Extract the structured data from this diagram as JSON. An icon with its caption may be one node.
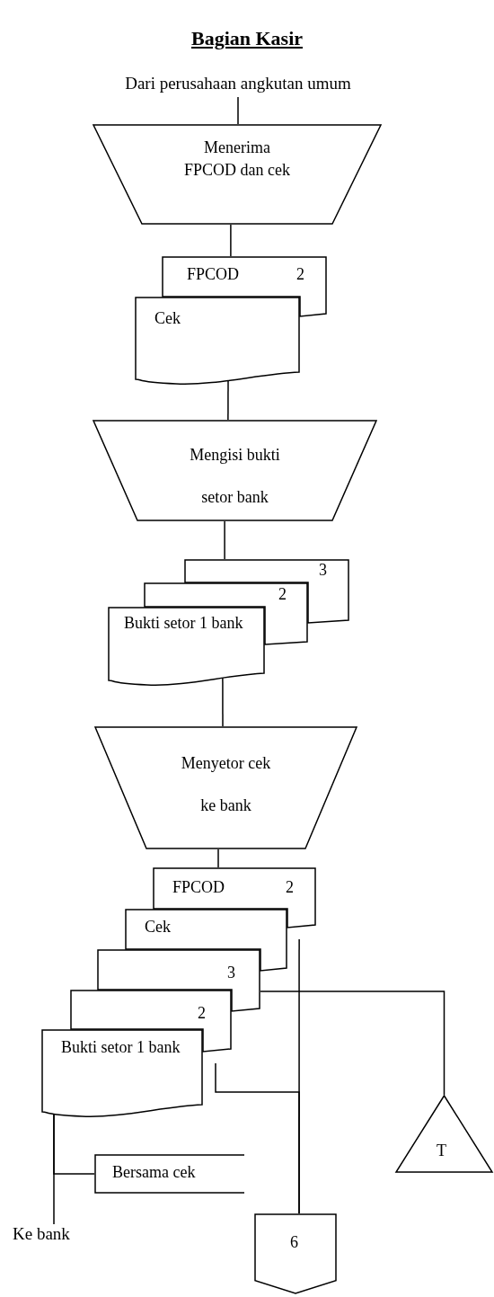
{
  "diagram": {
    "title": "Bagian Kasir",
    "nodes": [
      {
        "text": [
          "Dari perusahaan angkutan umum"
        ]
      },
      {
        "text": [
          "Menerima FPCOD dan cek"
        ]
      },
      {
        "text": [
          "FPCOD",
          "2"
        ]
      },
      {
        "text": [
          "Cek"
        ]
      },
      {
        "text": [
          "Mengisi bukti setor bank"
        ]
      },
      {
        "text": [
          "3"
        ]
      },
      {
        "text": [
          "2"
        ]
      },
      {
        "text": [
          "Bukti setor 1 bank"
        ]
      },
      {
        "text": [
          "Menyetor cek ke bank"
        ]
      },
      {
        "text": [
          "FPCOD",
          "2"
        ]
      },
      {
        "text": [
          "Cek"
        ]
      },
      {
        "text": [
          "3"
        ]
      },
      {
        "text": [
          "2"
        ]
      },
      {
        "text": [
          "Bukti setor 1 bank"
        ]
      },
      {
        "text": [
          "Bersama cek"
        ]
      },
      {
        "text": [
          "Ke bank"
        ]
      },
      {
        "text": [
          "T"
        ]
      },
      {
        "text": [
          "6"
        ]
      }
    ],
    "edges": [
      {
        "from": 0,
        "to": 1,
        "arrow": "none"
      },
      {
        "from": 1,
        "to": 2,
        "arrow": "none"
      },
      {
        "from": 3,
        "to": 4,
        "arrow": "none"
      },
      {
        "from": 4,
        "to": 5,
        "arrow": "none"
      },
      {
        "from": 7,
        "to": 8,
        "arrow": "none"
      },
      {
        "from": 8,
        "to": 9,
        "arrow": "none"
      },
      {
        "from": 9,
        "to": 17,
        "arrow": "none"
      },
      {
        "from": 11,
        "to": 16,
        "arrow": "none"
      },
      {
        "from": 12,
        "to": 17,
        "arrow": "none"
      },
      {
        "from": 13,
        "to": 15,
        "arrow": "none"
      },
      {
        "from": 13,
        "to": 14,
        "arrow": "none"
      }
    ]
  }
}
